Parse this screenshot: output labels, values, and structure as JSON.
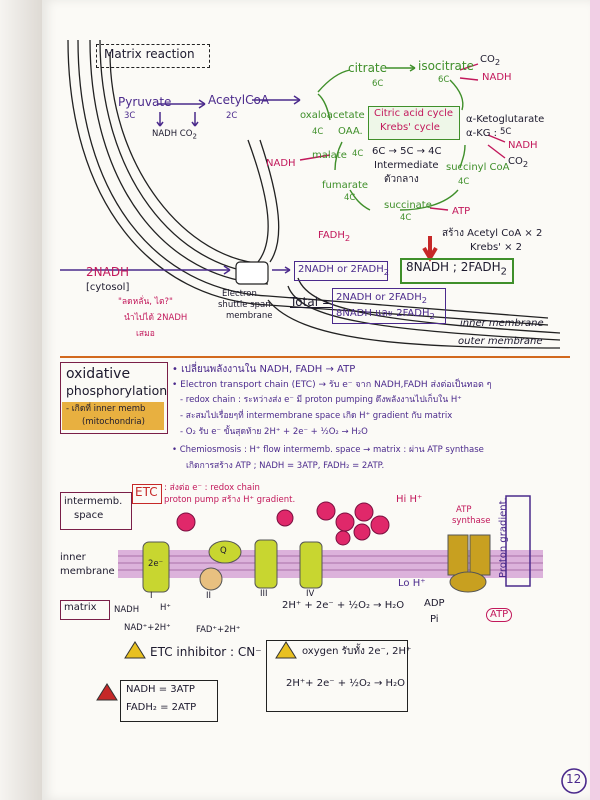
{
  "matrix_reaction": {
    "title": "Matrix reaction",
    "pyruvate": "Pyruvate",
    "pyruvate_c": "3C",
    "acetylcoa": "AcetylCoA",
    "acetylcoa_c": "2C",
    "nadh_co2": "NADH CO",
    "co2_sub": "2",
    "citrate": "citrate",
    "citrate_c": "6C",
    "isocitrate": "isocitrate",
    "isocitrate_c": "6C",
    "co2_top": "CO",
    "nadh_top": "NADH",
    "cycle_name_1": "Citric acid cycle",
    "cycle_name_2": "Krebs' cycle",
    "oxaloacetate": "oxaloacetate",
    "oaa": "OAA.",
    "oaa_c": "4C",
    "akg": "α-Ketoglutarate",
    "akg_short": "α-KG :",
    "akg_c": "5C",
    "nadh_akg": "NADH",
    "co2_akg": "CO",
    "equation": "6C → 5C → 4C",
    "intermediate": "Intermediate",
    "intermediate_th": "ตัวกลาง",
    "malate": "malate",
    "malate_c": "4C",
    "nadh_malate": "NADH",
    "succinylcoa": "succinyl CoA",
    "succinylcoa_c": "4C",
    "fumarate": "fumarate",
    "fumarate_c": "4C",
    "succinate": "succinate",
    "succinate_c": "4C",
    "atp": "ATP",
    "fadh2": "FADH",
    "krebs_note_1": "สร้าง Acetyl CoA × 2",
    "krebs_note_2": "Krebs' × 2",
    "nadh_cytosol_1": "2NADH",
    "nadh_cytosol_2": "[cytosol]",
    "shuttle_1": "Electron",
    "shuttle_2": "shuttle span",
    "shuttle_3": "membrane",
    "shuttle_result": "2NADH or 2FADH",
    "krebs_result": "8NADH ; 2FADH",
    "total_label": "Total =",
    "total_1": "2NADH or 2FADH",
    "total_2": "8NADH และ 2FADH",
    "thai_note_1": "\"ลดหลั่น, ไต?\"",
    "thai_note_2": "นำไปได้ 2NADH",
    "thai_note_3": "เสมอ",
    "inner_membrane": "inner membrane",
    "outer_membrane": "outer membrane"
  },
  "oxphos": {
    "title_1": "oxidative",
    "title_2": "phosphorylation",
    "location_1": "- เกิดที่ inner memb",
    "location_2": "(mitochondria)",
    "b1": "• เปลี่ยนพลังงานใน NADH, FADH → ATP",
    "b2": "• Electron transport chain (ETC) → รับ e⁻ จาก NADH,FADH ส่งต่อเป็นทอด ๆ",
    "b2a": "- redox chain : ระหว่างส่ง e⁻ มี proton pumping ดึงพลังงานไปเก็บใน H⁺",
    "b2b": "- สะสมไปเรื่อยๆที่ intermembrane space เกิด H⁺ gradient กับ matrix",
    "b2c": "- O₂ รับ e⁻ ขั้นสุดท้าย   2H⁺ + 2e⁻ + ½O₂ → H₂O",
    "b3": "• Chemiosmosis : H⁺ flow intermemb. space → matrix : ผ่าน ATP synthase",
    "b3a": "เกิดการสร้าง ATP ; NADH = 3ATP,  FADH₂ = 2ATP."
  },
  "etc_diagram": {
    "intermemb_1": "intermemb.",
    "intermemb_2": "space",
    "etc_label": "ETC",
    "etc_note_1": ": ส่งต่อ e⁻ : redox chain",
    "etc_note_2": "proton pump สร้าง H⁺ gradient.",
    "hi_h": "Hi H⁺",
    "atp_synthase_1": "ATP",
    "atp_synthase_2": "synthase",
    "proton_gradient": "Proton gradient.",
    "inner_1": "inner",
    "inner_2": "membrane",
    "matrix": "matrix",
    "lo_h": "Lo H⁺",
    "nadh": "NADH",
    "nad": "NAD⁺+2H⁺",
    "fad": "FAD⁺+2H⁺",
    "h": "H⁺",
    "water_eq": "2H⁺ + 2e⁻ + ½O₂ → H₂O",
    "adp": "ADP",
    "pi": "Pi",
    "atp": "ATP",
    "q_label": "Q",
    "e_label": "2e⁻",
    "cplx_1": "I",
    "cplx_2": "II",
    "cplx_3": "III",
    "cplx_4": "IV"
  },
  "notes": {
    "inhibitor": "ETC inhibitor : CN⁻",
    "oxygen": "oxygen รับทั้ง 2e⁻, 2H⁺",
    "oxygen_eq": "2H⁺+ 2e⁻ + ½O₂ → H₂O",
    "nadh_atp": "NADH = 3ATP",
    "fadh_atp": "FADH₂ = 2ATP"
  },
  "page_number": "12",
  "colors": {
    "purple": "#4b2a8c",
    "magenta": "#c2185b",
    "green": "#3f8f2a",
    "red": "#c62828",
    "membrane": "#c890c8",
    "yellow": "#c8d630"
  }
}
